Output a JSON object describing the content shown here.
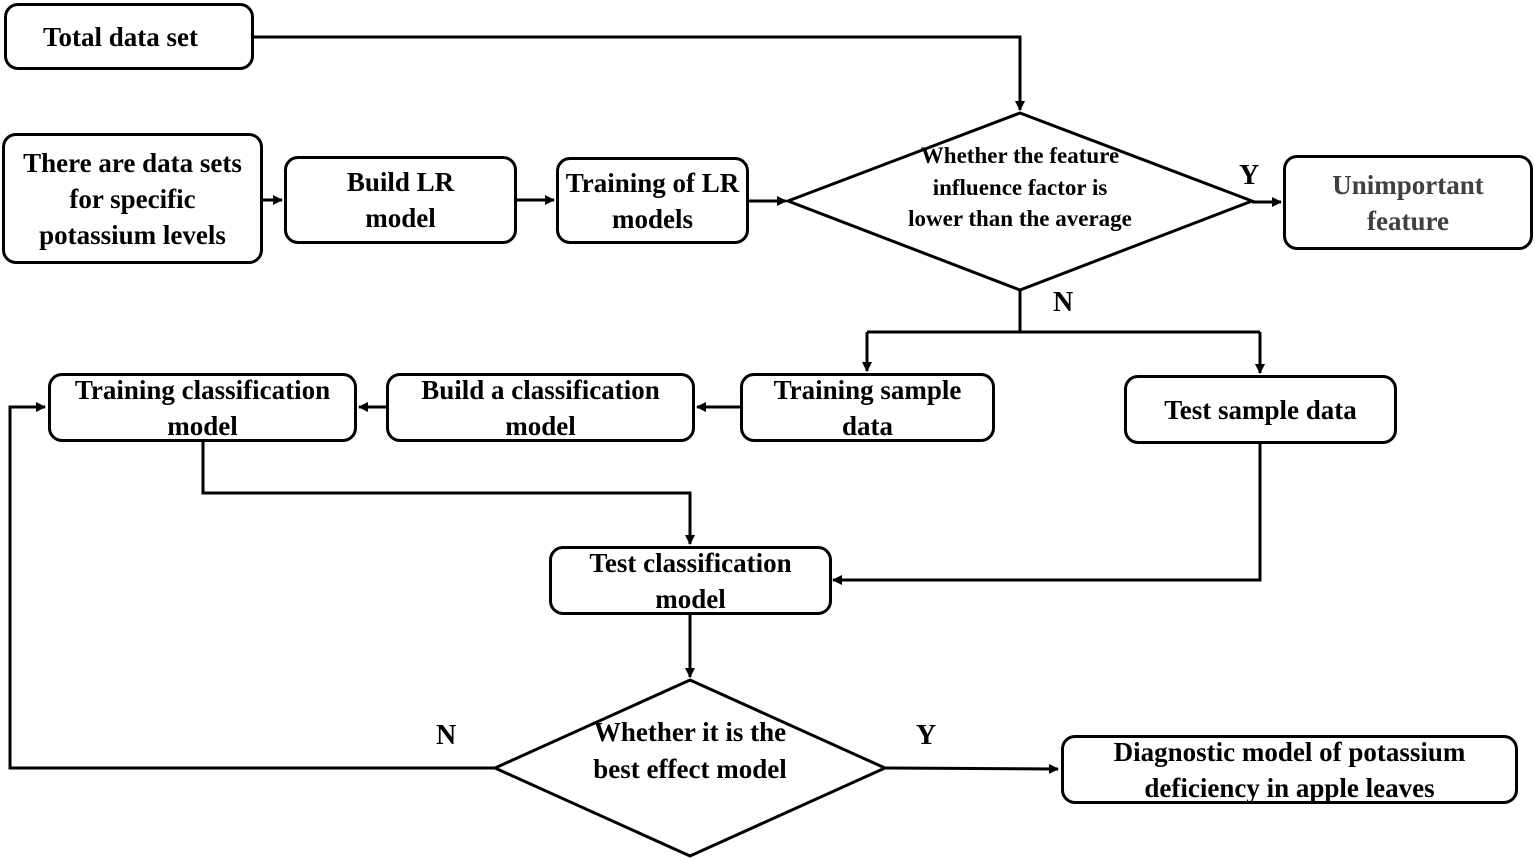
{
  "nodes": {
    "total_data_set": "Total data set",
    "specific_potassium": "There are data sets for specific potassium levels",
    "build_lr": "Build LR model",
    "training_lr": "Training of LR models",
    "feature_decision": "Whether the feature influence factor is lower than the average",
    "unimportant_feature": "Unimportant feature",
    "training_classification": "Training classification model",
    "build_classification": "Build a classification model",
    "training_sample": "Training sample data",
    "test_sample": "Test sample data",
    "test_classification": "Test classification model",
    "best_model_decision": "Whether it is the best effect model",
    "diagnostic_model": "Diagnostic model of potassium deficiency in apple leaves"
  },
  "labels": {
    "feature_yes": "Y",
    "feature_no": "N",
    "best_no": "N",
    "best_yes": "Y"
  }
}
